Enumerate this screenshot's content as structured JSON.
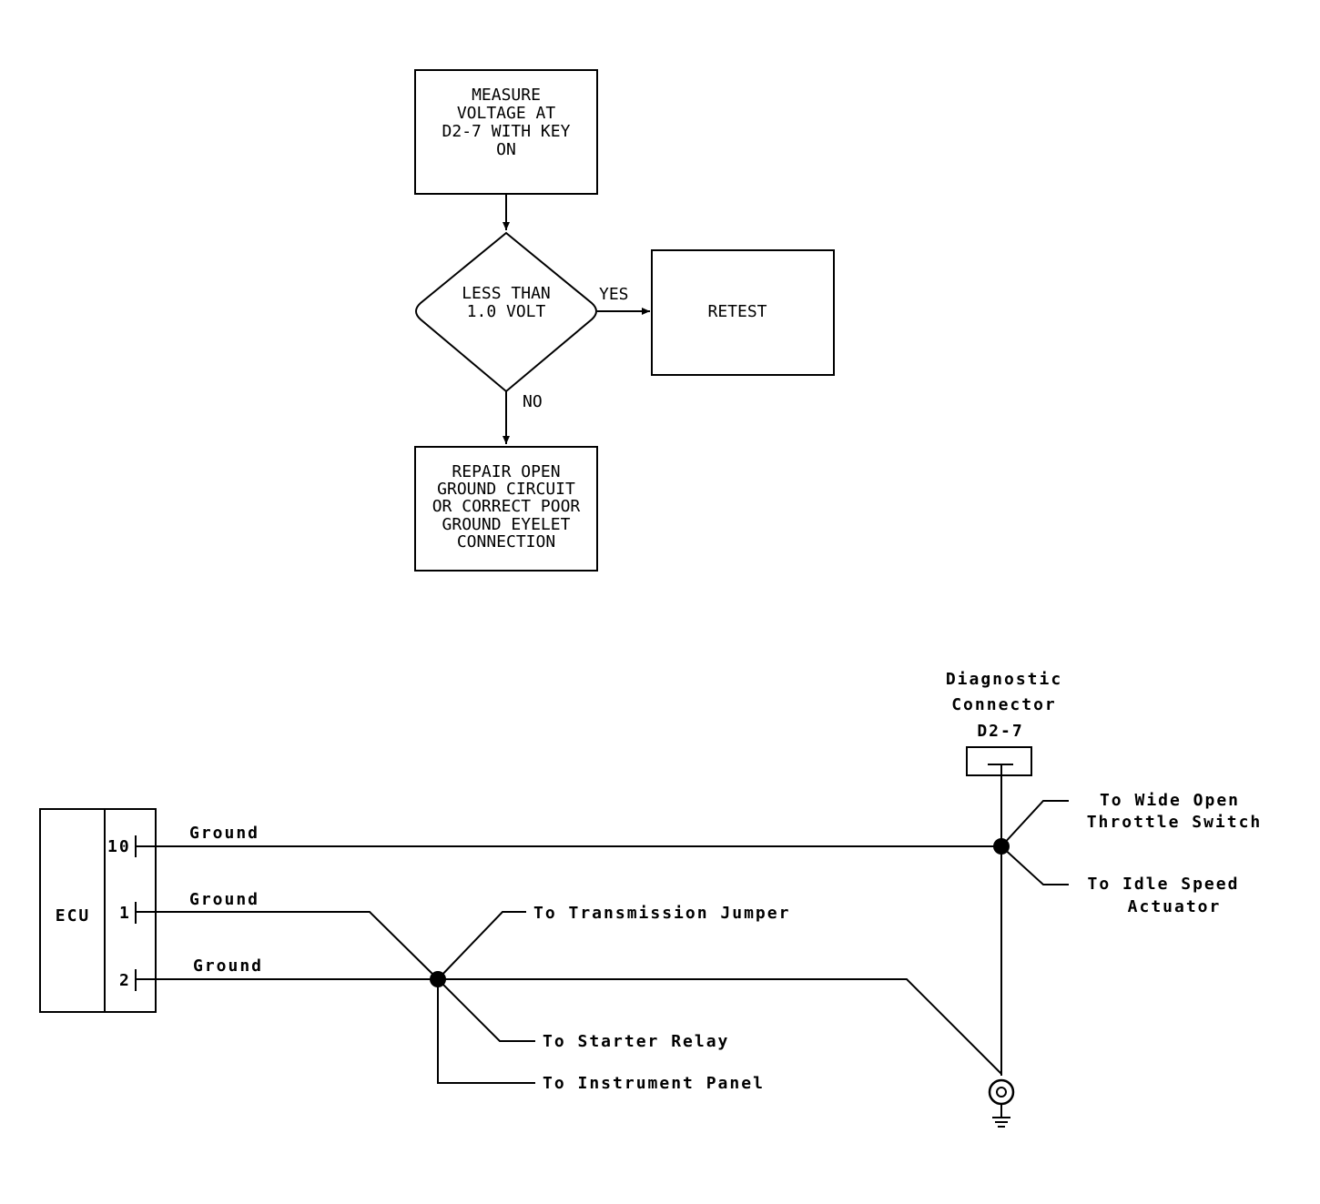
{
  "flowchart": {
    "measure_box": [
      "MEASURE",
      "VOLTAGE AT",
      "D2-7 WITH KEY",
      "ON"
    ],
    "decision": [
      "LESS THAN",
      "1.0 VOLT"
    ],
    "yes_label": "YES",
    "no_label": "NO",
    "retest_box": "RETEST",
    "repair_box": [
      "REPAIR OPEN",
      "GROUND CIRCUIT",
      "OR CORRECT POOR",
      "GROUND EYELET",
      "CONNECTION"
    ]
  },
  "wiring": {
    "ecu_label": "ECU",
    "pins": [
      "10",
      "1",
      "2"
    ],
    "wire_labels": [
      "Ground",
      "Ground",
      "Ground"
    ],
    "connector_title": [
      "Diagnostic",
      "Connector",
      "D2-7"
    ],
    "branch_labels": {
      "wide_open_throttle": [
        "To Wide Open",
        "Throttle Switch"
      ],
      "idle_speed": [
        "To Idle Speed",
        "Actuator"
      ],
      "transmission_jumper": "To Transmission Jumper",
      "starter_relay": "To Starter Relay",
      "instrument_panel": "To Instrument Panel"
    }
  }
}
